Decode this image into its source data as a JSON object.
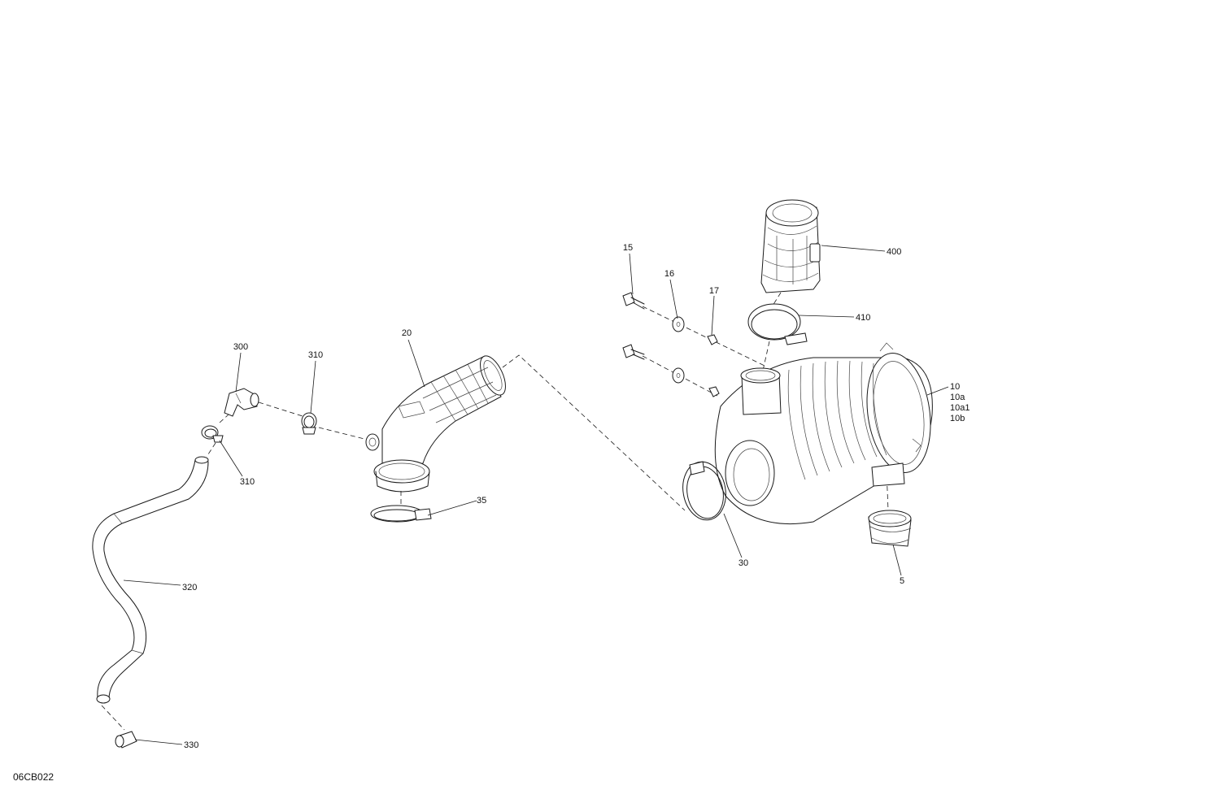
{
  "callouts": {
    "c15": "15",
    "c16": "16",
    "c17": "17",
    "c400": "400",
    "c410": "410",
    "c10": "10",
    "c10a": "10a",
    "c10a1": "10a1",
    "c10b": "10b",
    "c30": "30",
    "c5": "5",
    "c20": "20",
    "c35": "35",
    "c300": "300",
    "c310_top": "310",
    "c310_bottom": "310",
    "c320": "320",
    "c330": "330"
  },
  "reference_code": "06CB022"
}
